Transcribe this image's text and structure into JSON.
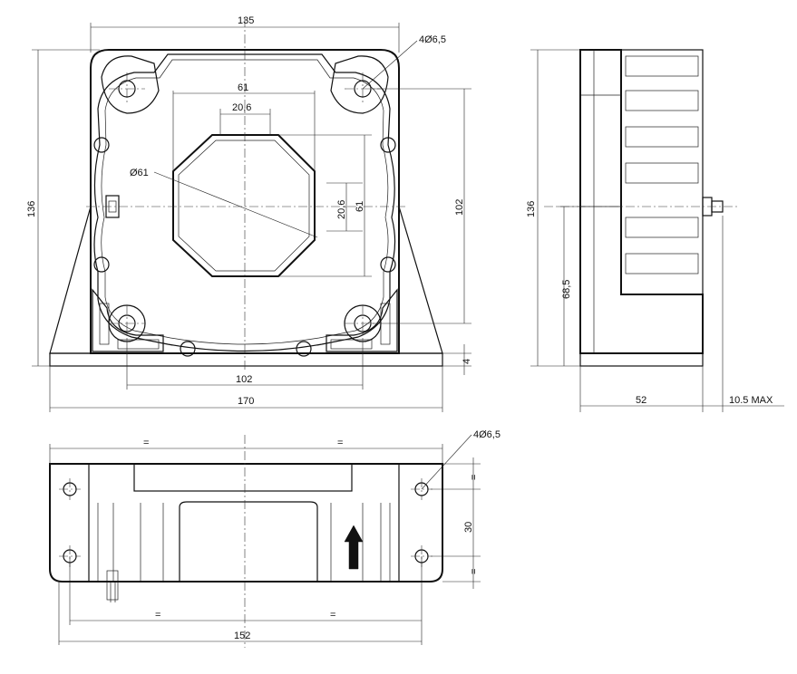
{
  "drawing": {
    "front_view": {
      "dims": {
        "overall_width": "135",
        "hole_note": "4Ø6,5",
        "opening_width": "61",
        "flat_width": "20,6",
        "opening_diameter": "Ø61",
        "flat_height": "20,6",
        "opening_height": "61",
        "hole_vertical_spacing": "102",
        "overall_height": "136",
        "hole_horizontal_spacing": "102",
        "base_width": "170",
        "base_thickness": "4"
      }
    },
    "side_view": {
      "dims": {
        "height": "136",
        "center_height": "68,5",
        "depth": "52",
        "terminal_length": "10.5 MAX"
      }
    },
    "bottom_view": {
      "dims": {
        "hole_note": "4Ø6,5",
        "equal_left": "=",
        "equal_right": "=",
        "equal_bottom_left": "=",
        "equal_bottom_right": "=",
        "hole_spacing_vertical": "30",
        "equal_top": "=",
        "equal_lower": "=",
        "hole_spacing_horizontal": "152"
      }
    }
  }
}
